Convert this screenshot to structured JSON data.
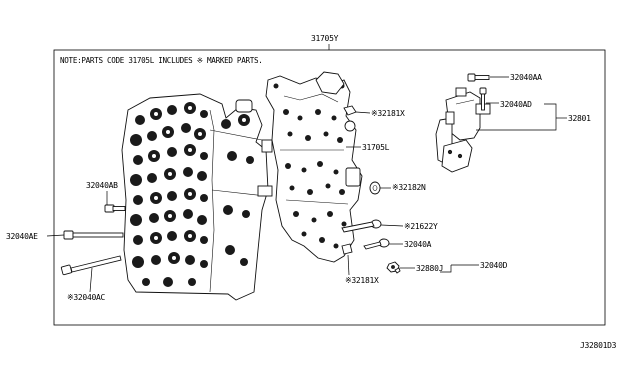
{
  "diagram": {
    "note": "NOTE:PARTS CODE 31705L INCLUDES ※ MARKED PARTS.",
    "drawing_code": "J32801D3",
    "callouts": {
      "p31705Y": "31705Y",
      "p32040AA": "32040AA",
      "p32040AD": "32040AD",
      "p32801": "32801",
      "p32181X_top": "※32181X",
      "p31705L": "31705L",
      "p32182N": "※32182N",
      "p21622Y": "※21622Y",
      "p32040A": "32040A",
      "p32880J": "32880J",
      "p32040D": "32040D",
      "p32181X_bottom": "※32181X",
      "p32040AB": "32040AB",
      "p32040AE": "32040AE",
      "p32040AC": "※32040AC"
    }
  }
}
